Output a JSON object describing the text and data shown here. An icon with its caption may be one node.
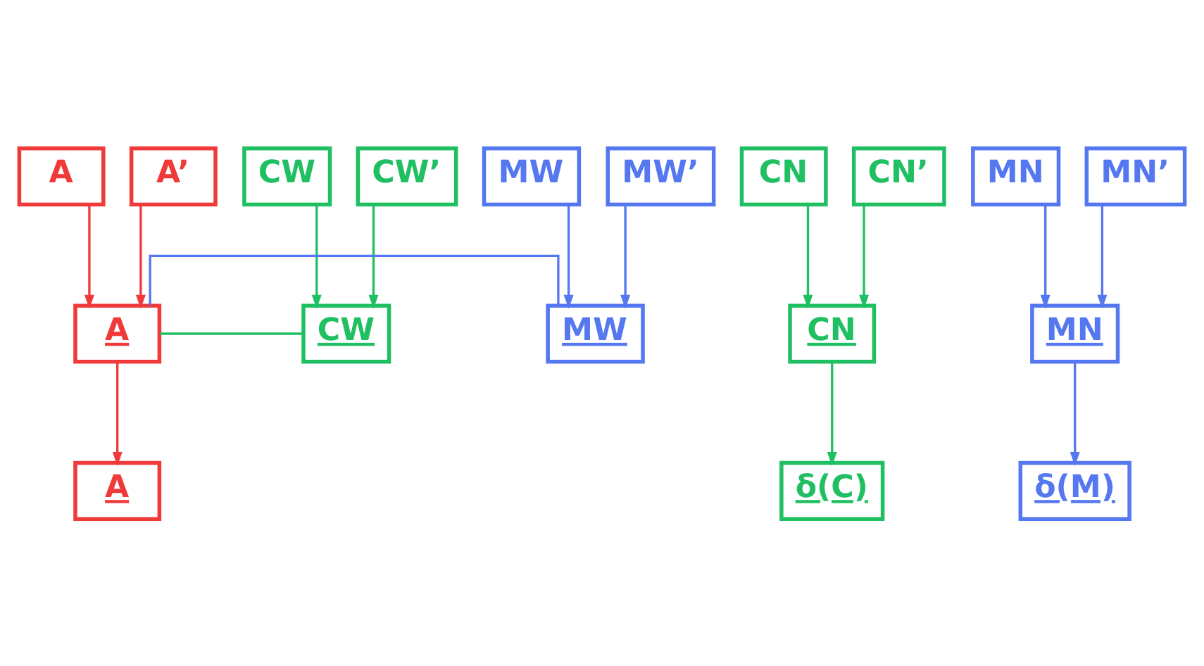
{
  "diagram": {
    "nodes": [
      {
        "text": [
          "A"
        ]
      },
      {
        "text": [
          "A’"
        ]
      },
      {
        "text": [
          "CN"
        ]
      },
      {
        "text": [
          "CN’"
        ]
      },
      {
        "text": [
          "CW"
        ]
      },
      {
        "text": [
          "CW’"
        ]
      },
      {
        "text": [
          "MN"
        ]
      },
      {
        "text": [
          "MN’"
        ]
      },
      {
        "text": [
          "MW"
        ]
      },
      {
        "text": [
          "MW’"
        ]
      },
      {
        "text": [
          "A"
        ]
      },
      {
        "text": [
          "CN"
        ]
      },
      {
        "text": [
          "CW"
        ]
      },
      {
        "text": [
          "MN"
        ]
      },
      {
        "text": [
          "MW"
        ]
      },
      {
        "text": [
          "A"
        ]
      },
      {
        "text": [
          "δ(C)"
        ]
      },
      {
        "text": [
          "δ(M)"
        ]
      }
    ],
    "edges": [
      {
        "from": 0,
        "to": 10,
        "arrow": "to",
        "color": "#f03a3a"
      },
      {
        "from": 1,
        "to": 10,
        "arrow": "to",
        "color": "#f03a3a"
      },
      {
        "from": 2,
        "to": 11,
        "arrow": "to",
        "color": "#1fbf62"
      },
      {
        "from": 3,
        "to": 11,
        "arrow": "to",
        "color": "#1fbf62"
      },
      {
        "from": 4,
        "to": 12,
        "arrow": "to",
        "color": "#1fbf62"
      },
      {
        "from": 5,
        "to": 12,
        "arrow": "to",
        "color": "#1fbf62"
      },
      {
        "from": 6,
        "to": 13,
        "arrow": "to",
        "color": "#5577f0"
      },
      {
        "from": 7,
        "to": 13,
        "arrow": "to",
        "color": "#5577f0"
      },
      {
        "from": 8,
        "to": 14,
        "arrow": "to",
        "color": "#5577f0"
      },
      {
        "from": 9,
        "to": 14,
        "arrow": "to",
        "color": "#5577f0"
      },
      {
        "from": 10,
        "to": 15,
        "arrow": "to",
        "color": "#f03a3a"
      },
      {
        "from": 11,
        "to": 16,
        "arrow": "to",
        "color": "#1fbf62"
      },
      {
        "from": 10,
        "to": 12,
        "arrow": "none",
        "color": "#1fbf62"
      },
      {
        "from": 10,
        "to": 14,
        "arrow": "none",
        "color": "#5577f0"
      },
      {
        "from": 13,
        "to": 17,
        "arrow": "to",
        "color": "#5577f0"
      }
    ]
  }
}
